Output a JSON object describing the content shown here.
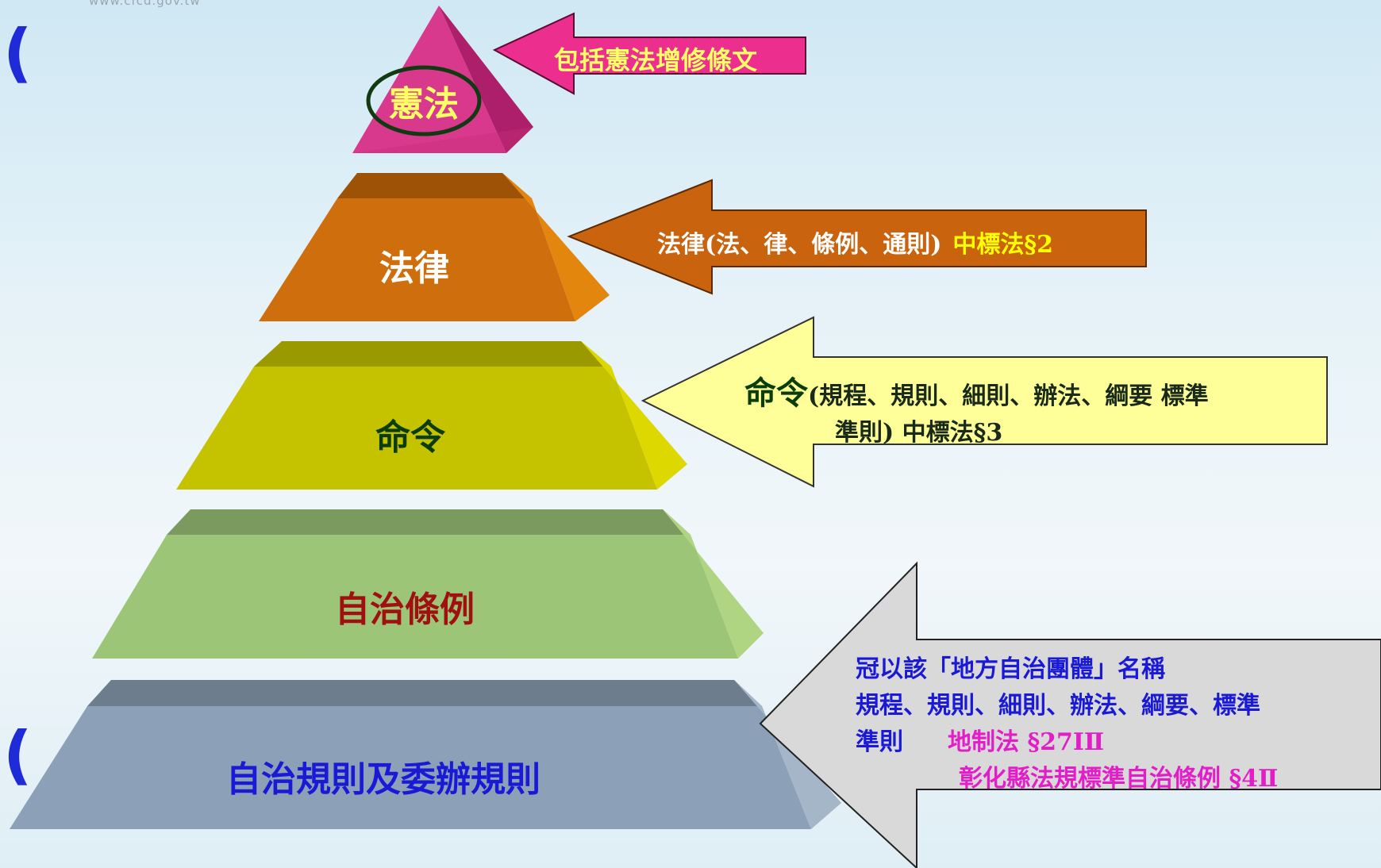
{
  "watermark": "www.cfcd.gov.tw",
  "brackets": {
    "top": "(",
    "bottom": "("
  },
  "levels": [
    {
      "label": "憲法",
      "color": "#d9398c"
    },
    {
      "label": "法律",
      "color": "#cf6e0c"
    },
    {
      "label": "命令",
      "color": "#c5c200"
    },
    {
      "label": "自治條例",
      "color": "#9dc577"
    },
    {
      "label": "自治規則及委辦規則",
      "color": "#8ca0b8"
    }
  ],
  "arrows": {
    "constitution": {
      "text": "包括憲法增修條文",
      "fill": "#ec2f8f",
      "text_color": "#ffff66"
    },
    "law": {
      "text_a": "法律(法、律、條例、通則)",
      "text_b": "中標法§2",
      "fill": "#c9630d",
      "color_a": "#ffffff",
      "color_b": "#ffff00"
    },
    "order": {
      "title": "命令",
      "line1": "(規程、規則、細則、辦法、綱要 標準",
      "line2": "準則) 中標法§3",
      "fill": "#ffff99",
      "text_color": "#1a2a1a",
      "title_color": "#0b3d0b"
    },
    "selfgov": {
      "line1": "冠以該「地方自治團體」名稱",
      "line2": "規程、規則、細則、辦法、綱要、標準",
      "line3a": "準則",
      "line3b": "地制法 §27ⅠⅡ",
      "line4": "彰化縣法規標準自治條例 §4Ⅱ",
      "fill": "#d9d9d9",
      "blue": "#1a1ad6",
      "magenta": "#e21ec8"
    }
  },
  "label_colors": {
    "constitution": "#ffff66",
    "law": "#ffffff",
    "order": "#0b3d0b",
    "selfgov_ordinance": "#a01010",
    "selfgov_rules": "#1a1ad6"
  }
}
